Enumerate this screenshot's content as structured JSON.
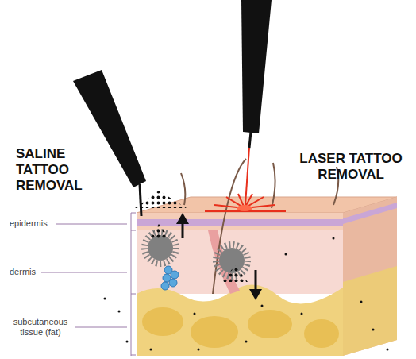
{
  "diagram": {
    "labels": [
      "SALINE TATTOO REMOVAL",
      "LASER TATTOO REMOVAL",
      "epidermis",
      "dermis",
      "subcutaneous tissue (fat)"
    ]
  }
}
